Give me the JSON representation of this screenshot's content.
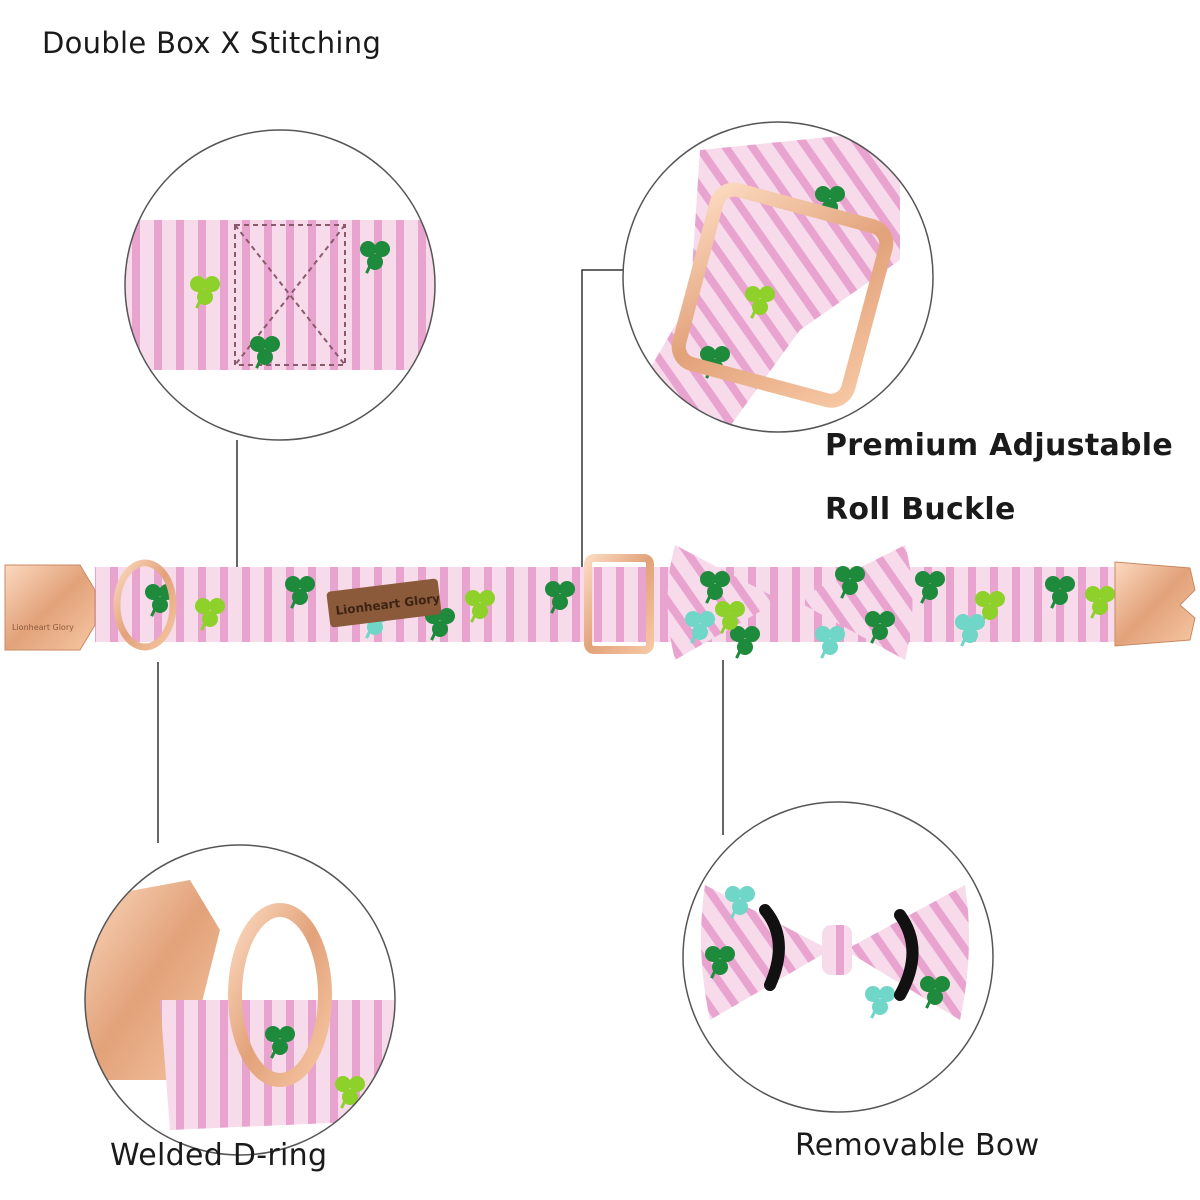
{
  "labels": {
    "stitching": "Double Box X Stitching",
    "buckle_line1": "Premium Adjustable",
    "buckle_line2": "Roll Buckle",
    "dring": "Welded D-ring",
    "bow": "Removable Bow"
  },
  "brand_tag": "Lionheart Glory",
  "buckle_logo": "Lionheart Glory",
  "colors": {
    "fabric_pink": "#f4c9e2",
    "stripe_pink": "#e79acb",
    "clover_green": "#1e8a3c",
    "clover_lime": "#8fd12b",
    "clover_mint": "#6fd6c8",
    "rose_gold": "#e9b48d",
    "leather": "#8a5a3a"
  }
}
